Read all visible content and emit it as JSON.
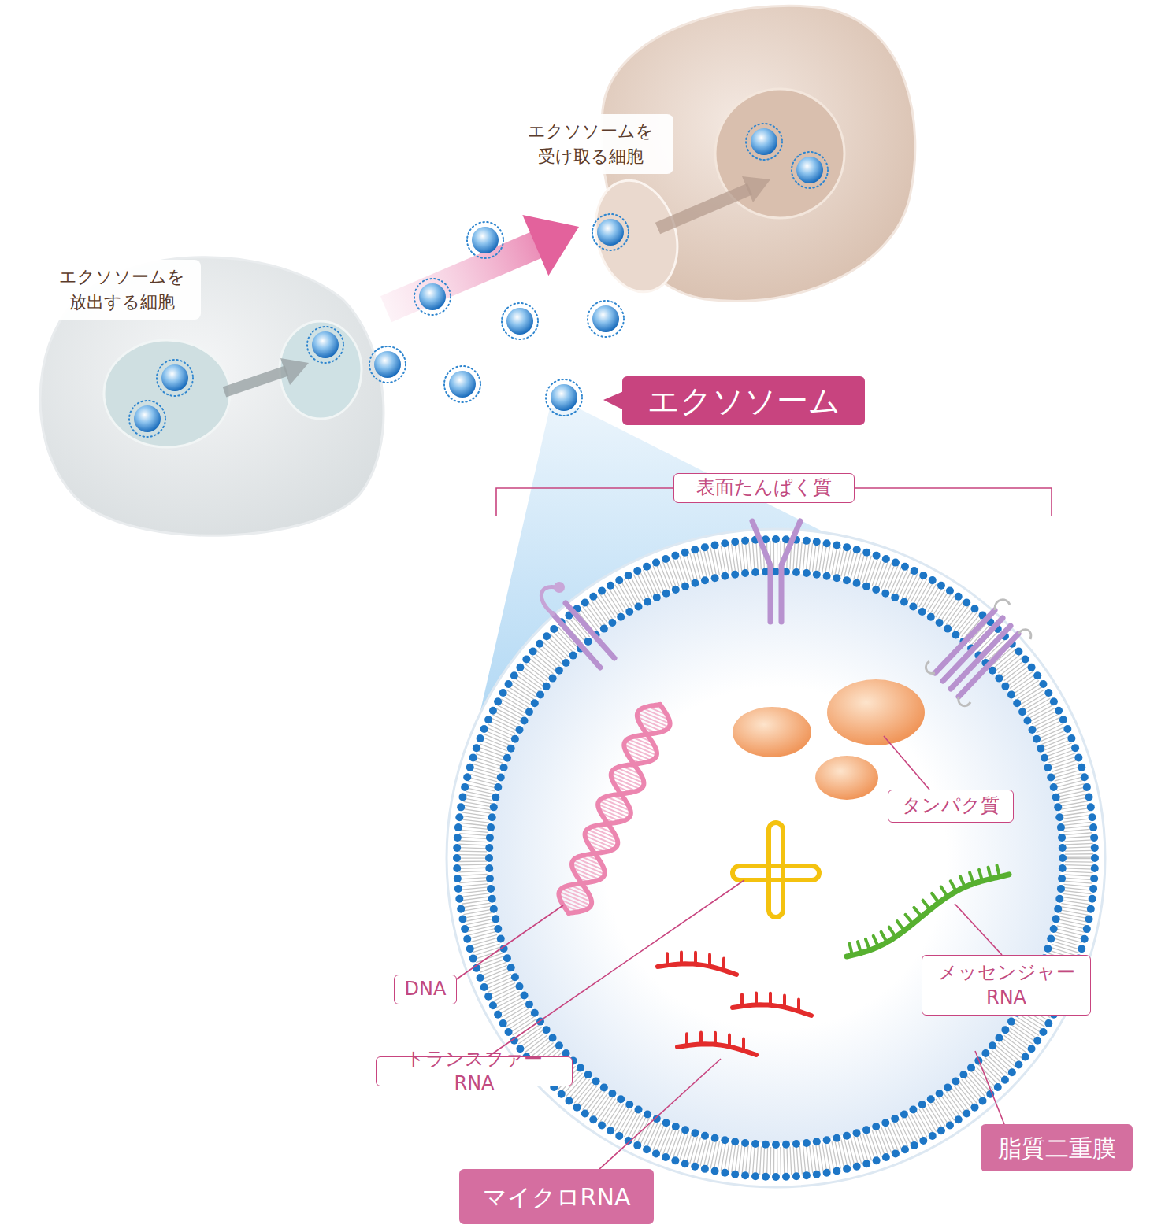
{
  "diagram": {
    "nodes": [
      {
        "text": [
          "エクソソームを 放出する細胞"
        ]
      },
      {
        "text": [
          "エクソソームを 受け取る細胞"
        ]
      },
      {
        "text": [
          "エクソソーム"
        ]
      },
      {
        "text": [
          "表面たんぱく質"
        ]
      },
      {
        "text": [
          "タンパク質"
        ]
      },
      {
        "text": [
          "DNA"
        ]
      },
      {
        "text": [
          "メッセンジャー RNA"
        ]
      },
      {
        "text": [
          "トランスファー RNA"
        ]
      },
      {
        "text": [
          "脂質二重膜"
        ]
      },
      {
        "text": [
          "マイクロRNA"
        ]
      }
    ],
    "edges": [
      {
        "from": 0,
        "to": 1,
        "arrow": "to"
      }
    ]
  }
}
